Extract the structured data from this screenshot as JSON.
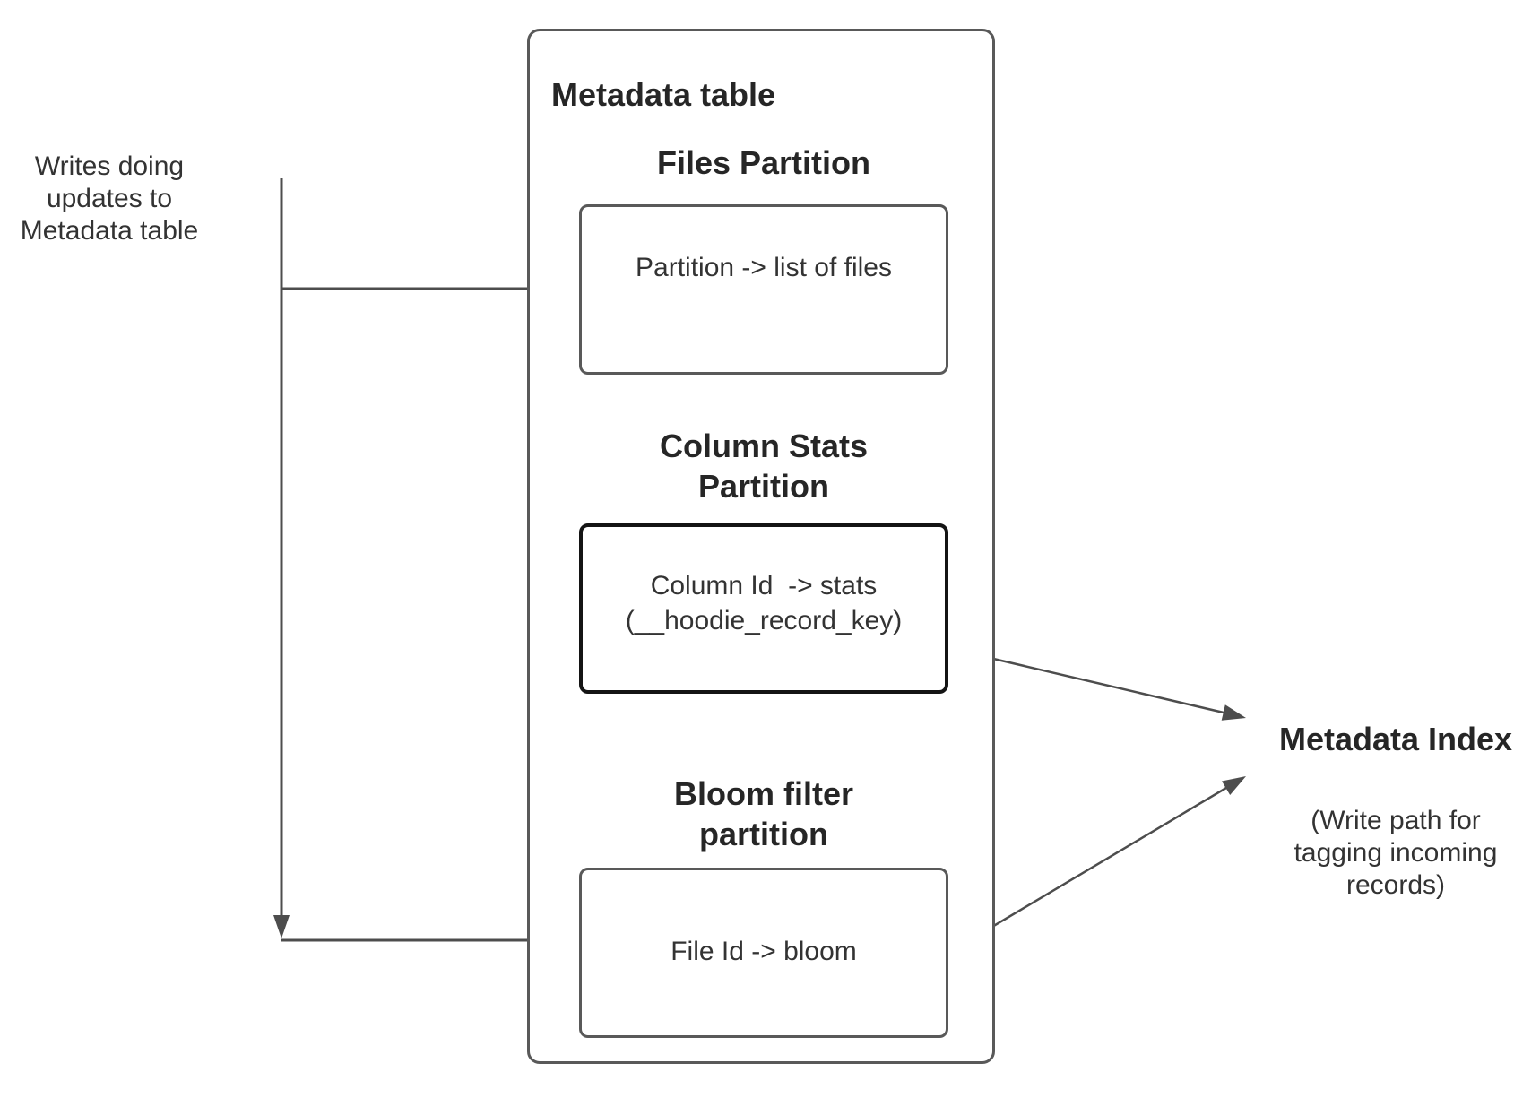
{
  "metadata_table": {
    "title": "Metadata table",
    "files": {
      "heading": "Files Partition",
      "mapping": "Partition -> list of files"
    },
    "column_stats": {
      "heading": "Column Stats\nPartition",
      "mapping": "Column Id  -> stats\n(__hoodie_record_key)"
    },
    "bloom": {
      "heading": "Bloom filter\npartition",
      "mapping": "File Id -> bloom"
    }
  },
  "left_note": {
    "text": "Writes doing\nupdates to\nMetadata table"
  },
  "metadata_index": {
    "title": "Metadata Index",
    "caption": "(Write path for\ntagging incoming\nrecords)"
  },
  "colors": {
    "connector_line": "#4d4d4d",
    "box_border": "#595959",
    "emphasis_border": "#141414",
    "heading_text": "#262626",
    "body_text": "#333333",
    "background": "#ffffff"
  }
}
